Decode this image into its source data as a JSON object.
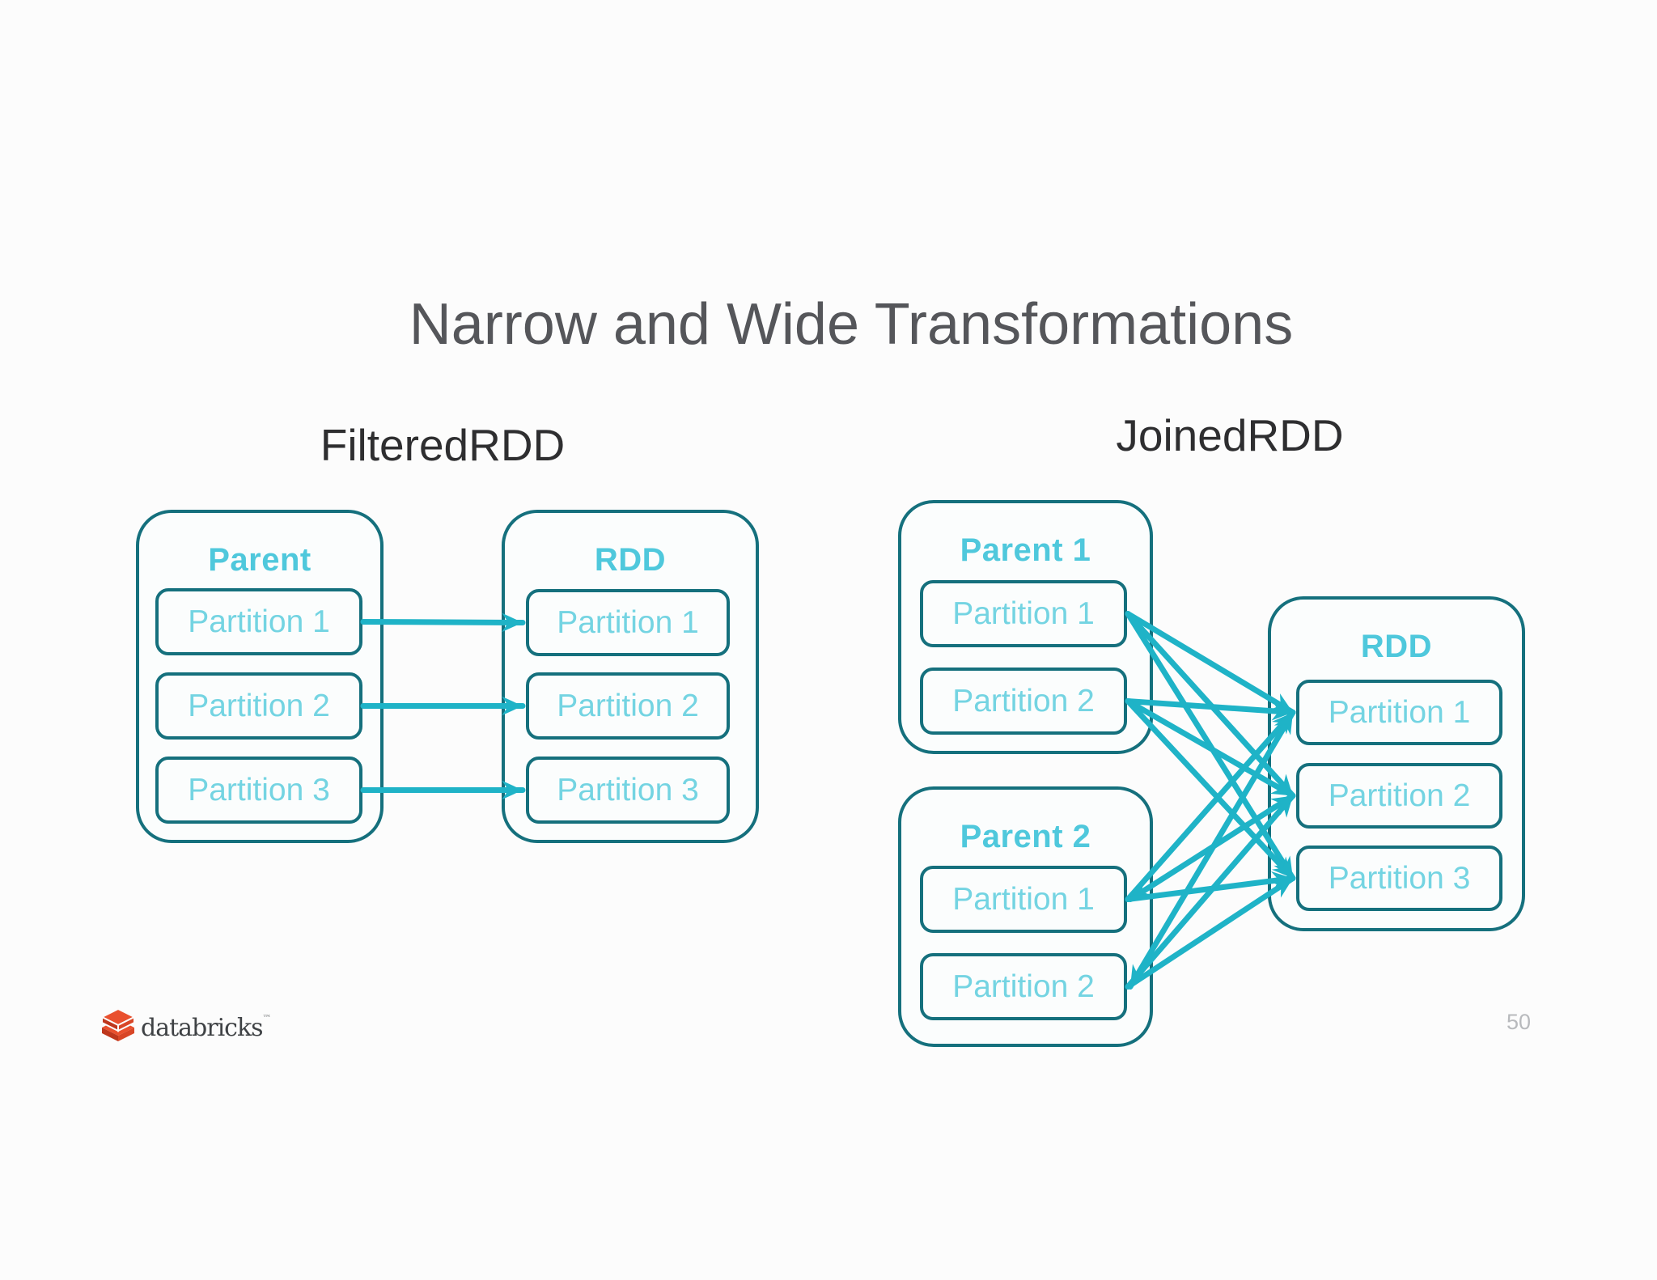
{
  "slide": {
    "title": "Narrow and Wide Transformations",
    "page_number": "50",
    "logo_text": "databricks",
    "logo_tm": "™"
  },
  "colors": {
    "bg": "#FCFCFC",
    "border": "#15707D",
    "heading": "#4FC8DC",
    "partition": "#74D4E2",
    "arrow": "#1FB3C7",
    "title": "#55565A",
    "label": "#2E2E30",
    "page": "#B8BABD",
    "boxfill": "#FBFDFD",
    "logotext": "#3F4245",
    "logored": "#E9502E"
  },
  "filtered": {
    "label": "FilteredRDD",
    "parent": {
      "heading": "Parent",
      "partitions": [
        "Partition 1",
        "Partition 2",
        "Partition 3"
      ]
    },
    "rdd": {
      "heading": "RDD",
      "partitions": [
        "Partition 1",
        "Partition 2",
        "Partition 3"
      ]
    },
    "edges": [
      {
        "from": "f-parent-p1",
        "to": "f-rdd-p1"
      },
      {
        "from": "f-parent-p2",
        "to": "f-rdd-p2"
      },
      {
        "from": "f-parent-p3",
        "to": "f-rdd-p3"
      }
    ]
  },
  "joined": {
    "label": "JoinedRDD",
    "parent1": {
      "heading": "Parent 1",
      "partitions": [
        "Partition 1",
        "Partition 2"
      ]
    },
    "parent2": {
      "heading": "Parent 2",
      "partitions": [
        "Partition 1",
        "Partition 2"
      ]
    },
    "rdd": {
      "heading": "RDD",
      "partitions": [
        "Partition 1",
        "Partition 2",
        "Partition 3"
      ]
    },
    "edges": [
      {
        "from": "j-p1-p1",
        "to": "j-rdd-p1"
      },
      {
        "from": "j-p1-p1",
        "to": "j-rdd-p2"
      },
      {
        "from": "j-p1-p1",
        "to": "j-rdd-p3"
      },
      {
        "from": "j-p1-p2",
        "to": "j-rdd-p1"
      },
      {
        "from": "j-p1-p2",
        "to": "j-rdd-p2"
      },
      {
        "from": "j-p1-p2",
        "to": "j-rdd-p3"
      },
      {
        "from": "j-p2-p1",
        "to": "j-rdd-p1"
      },
      {
        "from": "j-p2-p1",
        "to": "j-rdd-p2",
        "double": true
      },
      {
        "from": "j-p2-p1",
        "to": "j-rdd-p3"
      },
      {
        "from": "j-p2-p2",
        "to": "j-rdd-p1",
        "double": true
      },
      {
        "from": "j-p2-p2",
        "to": "j-rdd-p2"
      },
      {
        "from": "j-p2-p2",
        "to": "j-rdd-p3"
      }
    ]
  }
}
